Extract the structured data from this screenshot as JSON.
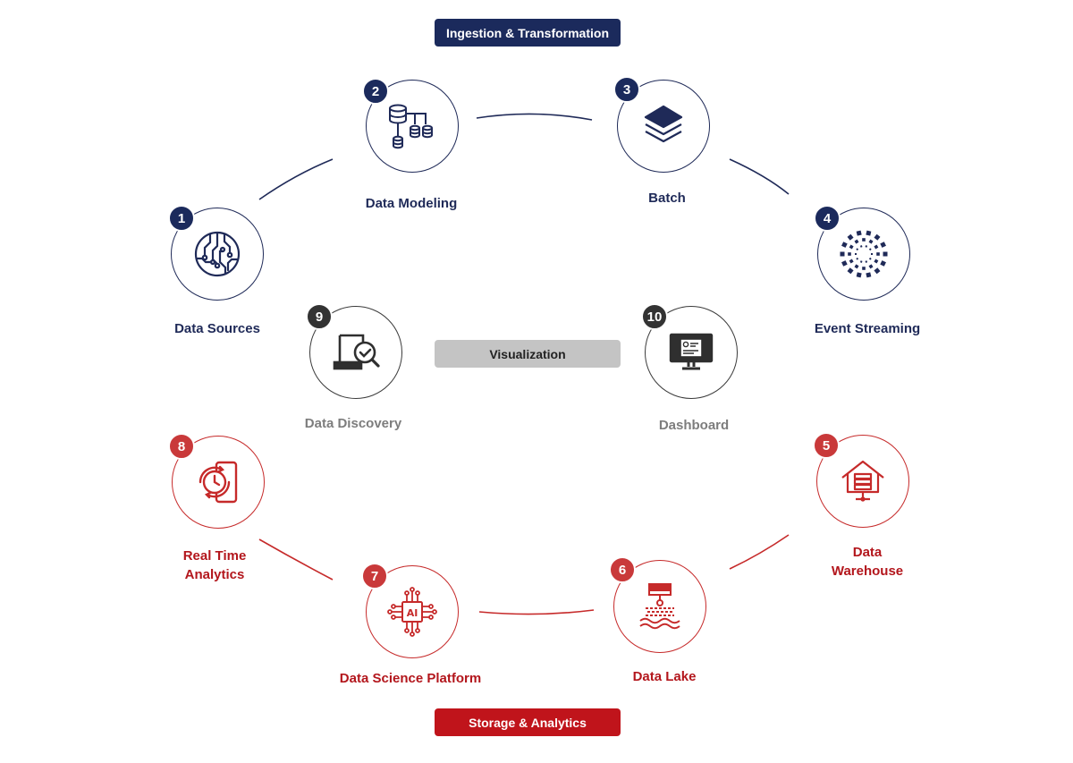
{
  "banners": {
    "top": "Ingestion & Transformation",
    "middle": "Visualization",
    "bottom": "Storage & Analytics"
  },
  "colors": {
    "ingestion": "#1b2a5c",
    "storage": "#c0141b",
    "visualization": "#c4c4c4"
  },
  "nodes": [
    {
      "number": "1",
      "label_lines": [
        "Data Sources"
      ],
      "icon": "circuit-globe-icon",
      "group": "ingestion"
    },
    {
      "number": "2",
      "label_lines": [
        "Data Modeling"
      ],
      "icon": "database-schema-icon",
      "group": "ingestion"
    },
    {
      "number": "3",
      "label_lines": [
        "Batch"
      ],
      "icon": "layers-icon",
      "group": "ingestion"
    },
    {
      "number": "4",
      "label_lines": [
        "Event Streaming"
      ],
      "icon": "streaming-dots-icon",
      "group": "ingestion"
    },
    {
      "number": "5",
      "label_lines": [
        "Data",
        "Warehouse"
      ],
      "icon": "warehouse-server-icon",
      "group": "storage"
    },
    {
      "number": "6",
      "label_lines": [
        "Data Lake"
      ],
      "icon": "data-lake-icon",
      "group": "storage"
    },
    {
      "number": "7",
      "label_lines": [
        "Data Science Platform"
      ],
      "icon": "ai-chip-icon",
      "group": "storage"
    },
    {
      "number": "8",
      "label_lines": [
        "Real Time",
        "Analytics"
      ],
      "icon": "realtime-timer-icon",
      "group": "storage"
    },
    {
      "number": "9",
      "label_lines": [
        "Data Discovery"
      ],
      "icon": "laptop-search-icon",
      "group": "visualization"
    },
    {
      "number": "10",
      "label_lines": [
        "Dashboard"
      ],
      "icon": "monitor-dashboard-icon",
      "group": "visualization"
    }
  ]
}
